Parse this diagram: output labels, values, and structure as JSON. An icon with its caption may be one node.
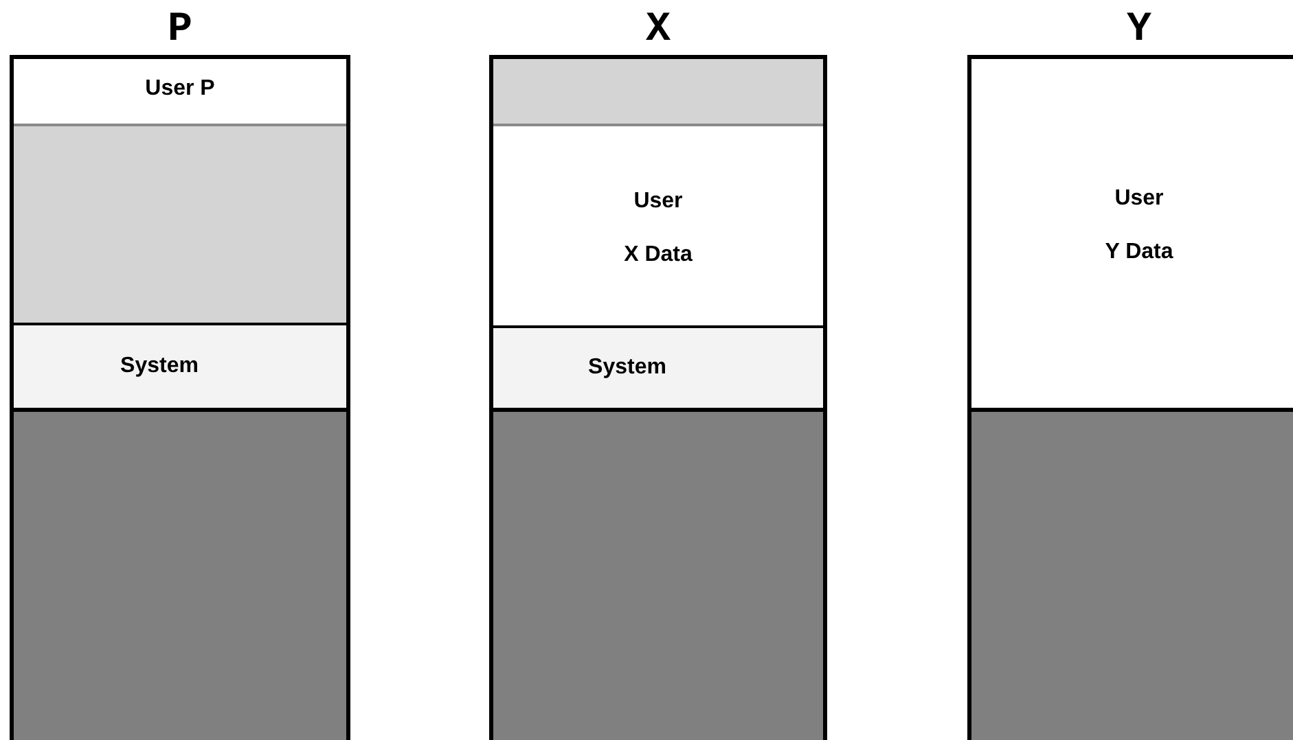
{
  "diagram": {
    "nodes": [
      {
        "text": [
          "P"
        ]
      },
      {
        "text": [
          "User P"
        ],
        "in": 0
      },
      {
        "text": [],
        "shape": "box",
        "in": 0
      },
      {
        "text": [
          "System"
        ],
        "in": 0
      },
      {
        "text": [],
        "shape": "box",
        "in": 0
      },
      {
        "text": [
          "X"
        ]
      },
      {
        "text": [],
        "shape": "box",
        "in": 5
      },
      {
        "text": [
          "User",
          "X Data"
        ],
        "in": 5
      },
      {
        "text": [
          "System"
        ],
        "in": 5
      },
      {
        "text": [],
        "shape": "box",
        "in": 5
      },
      {
        "text": [
          "Y"
        ]
      },
      {
        "text": [
          "User",
          "Y Data"
        ],
        "in": 10
      },
      {
        "text": [],
        "shape": "box",
        "in": 10
      }
    ]
  }
}
